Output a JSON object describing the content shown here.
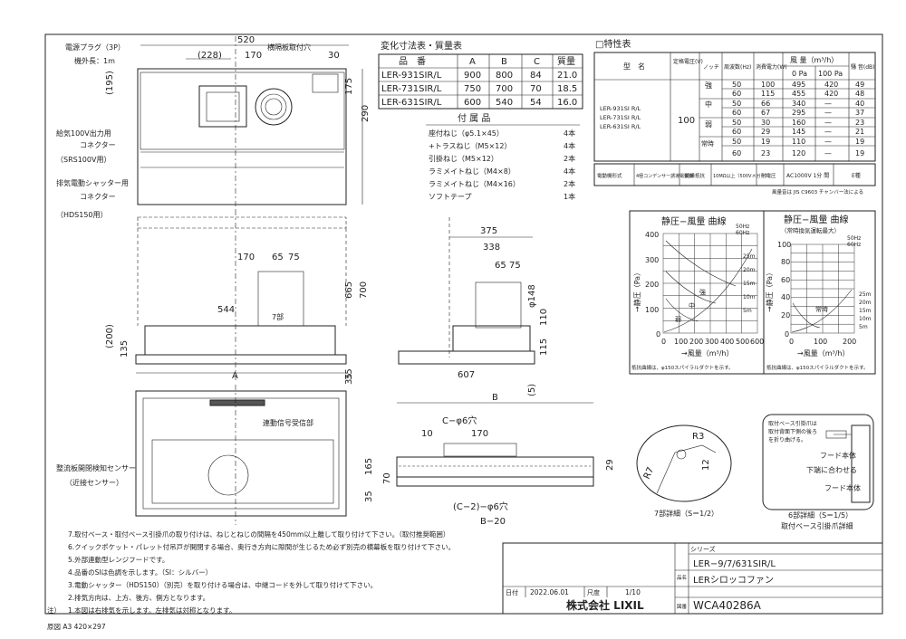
{
  "dims": {
    "w520": "520",
    "w228": "(228)",
    "w170": "170",
    "w30": "30",
    "h195": "(195)",
    "h175": "175",
    "h290": "290",
    "w170b": "170",
    "w65": "65",
    "w75": "75",
    "w544": "544",
    "h665": "665",
    "h700": "700",
    "h200": "(200)",
    "h135": "135",
    "h35": "35",
    "dimA": "A",
    "h35b": "35",
    "s375": "375",
    "s338": "338",
    "s65": "65",
    "s75": "75",
    "s148": "φ148",
    "s110": "110",
    "s115": "115",
    "s607": "607",
    "s5": "(5)",
    "b_B": "B",
    "b_C6": "C−φ6穴",
    "b_10": "10",
    "b_170": "170",
    "b_165": "165",
    "b_70": "70",
    "b_35": "35",
    "b_C2": "(C−2)−φ6穴",
    "b_B20": "B−20",
    "b_29": "29"
  },
  "labels": {
    "plug": "電源プラグ（3P）",
    "cord": "機外長：1m",
    "damper": "横隔板取付穴",
    "supply": "給気100V出力用",
    "connector1": "コネクター",
    "srs": "（SRS100V用）",
    "shutter": "排気電動シャッター用",
    "connector2": "コネクター",
    "hds": "（HDS150用）",
    "dept": "7部",
    "signal": "連動信号受信部",
    "sensor": "整流板開閉検知センサー",
    "proximity": "（近接センサー）"
  },
  "variant": {
    "title": "変化寸法表・質量表",
    "headers": [
      "品　番",
      "A",
      "B",
      "C",
      "質量"
    ],
    "rows": [
      [
        "LER-931SIR/L",
        "900",
        "800",
        "84",
        "21.0"
      ],
      [
        "LER-731SIR/L",
        "750",
        "700",
        "70",
        "18.5"
      ],
      [
        "LER-631SIR/L",
        "600",
        "540",
        "54",
        "16.0"
      ]
    ]
  },
  "accessories": {
    "title": "付 属 品",
    "items": [
      {
        "name": "座付ねじ（φ5.1×45）",
        "qty": "4本"
      },
      {
        "name": "+トラスねじ（M5×12）",
        "qty": "4本"
      },
      {
        "name": "引掛ねじ（M5×12）",
        "qty": "2本"
      },
      {
        "name": "ラミメイトねじ（M4×8）",
        "qty": "4本"
      },
      {
        "name": "ラミメイトねじ（M4×16）",
        "qty": "2本"
      },
      {
        "name": "ソフトテープ",
        "qty": "1本"
      }
    ]
  },
  "spec": {
    "title": "□特性表",
    "h_model": "型　名",
    "h_voltage": "定格電圧(V)",
    "h_notch": "ノッチ",
    "h_freq": "周波数(Hz)",
    "h_power": "消費電力(W)",
    "h_air": "風 量（m³/h）",
    "h_0pa": "0 Pa",
    "h_100pa": "100 Pa",
    "h_noise": "騒 音(dB)",
    "models": [
      "LER-931SI R/L",
      "LER-731SI R/L",
      "LER-631SI R/L"
    ],
    "voltage": "100",
    "rows": [
      {
        "notch": "強",
        "freq": "50",
        "power": "100",
        "a0": "495",
        "a100": "420",
        "noise": "49"
      },
      {
        "notch": "",
        "freq": "60",
        "power": "115",
        "a0": "455",
        "a100": "420",
        "noise": "48"
      },
      {
        "notch": "中",
        "freq": "50",
        "power": "66",
        "a0": "340",
        "a100": "—",
        "noise": "40"
      },
      {
        "notch": "",
        "freq": "60",
        "power": "67",
        "a0": "295",
        "a100": "—",
        "noise": "37"
      },
      {
        "notch": "弱",
        "freq": "50",
        "power": "30",
        "a0": "160",
        "a100": "—",
        "noise": "23"
      },
      {
        "notch": "",
        "freq": "60",
        "power": "29",
        "a0": "145",
        "a100": "—",
        "noise": "21"
      },
      {
        "notch": "常時",
        "freq": "50",
        "power": "19",
        "a0": "110",
        "a100": "—",
        "noise": "19"
      },
      {
        "notch": "",
        "freq": "60",
        "power": "23",
        "a0": "120",
        "a100": "—",
        "noise": "19"
      }
    ],
    "f1": "電動機形式",
    "f2": "4極コンデンサー誘導電動機",
    "f3": "絶縁抵抗",
    "f4": "10MΩ以上（500Vメガー）",
    "f5": "耐電圧",
    "f6": "AC1000V 1分 間",
    "f7": "E種",
    "footnote": "風量音は JIS C9603 チャンバー法による"
  },
  "chart1": {
    "title": "静圧−風量 曲線",
    "ylabel": "→静圧（Pa）",
    "xlabel": "→風量（m³/h）",
    "yticks": [
      "400",
      "300",
      "200",
      "100",
      "0"
    ],
    "xticks": [
      "0",
      "100",
      "200",
      "300",
      "400",
      "500",
      "600"
    ],
    "legend": [
      "50Hz",
      "60Hz"
    ],
    "ducts": [
      "25m",
      "20m",
      "15m",
      "10m",
      "5m"
    ],
    "n1": "強",
    "n2": "中",
    "n3": "弱",
    "note": "抵抗曲線は、φ150スパイラルダクトを示す。"
  },
  "chart2": {
    "title": "静圧−風量 曲線",
    "subtitle": "（常時換気運転最大）",
    "ylabel": "→静圧（Pa）",
    "xlabel": "→風量（m³/h）",
    "yticks": [
      "100",
      "80",
      "60",
      "40",
      "20",
      "0"
    ],
    "xticks": [
      "0",
      "100",
      "200"
    ],
    "legend": [
      "50Hz",
      "60Hz"
    ],
    "ducts": [
      "25m",
      "20m",
      "15m",
      "10m",
      "5m"
    ],
    "n1": "常時",
    "note": "抵抗曲線は、φ150スパイラルダクトを示す。"
  },
  "detail7": {
    "title": "7部詳細（S＝1/2）",
    "r3": "R3",
    "r7": "R7",
    "d12": "12"
  },
  "detail6": {
    "t1": "取付ベース引掛爪は",
    "t2": "取付背面下側の後ろ",
    "t3": "を折り曲げる。",
    "hood": "フード本体",
    "align": "下端に合わせる",
    "hood2": "フード本体",
    "title": "6部詳細（S＝1/5）",
    "sub": "取付ベース引掛爪詳細"
  },
  "notes": [
    "7.取付ベース・取付ベース引掛爪の取り付けは、ねじとねじの間隔を450mm以上離して取り付けて下さい。（取付推奨範囲）",
    "6.クイックポケット・パレット付吊戸が開閉する場合、奥行き方向に隙間が生じるため必ず別売の横幕板を取り付けて下さい。",
    "5.外部連動型レンジフードです。",
    "4.品番のSIは色調を示します。（SI：シルバー）",
    "3.電動シャッター（HDS150）（別売）を取り付ける場合は、中継コードを外して取り付けて下さい。",
    "2.排気方向は、上方、後方、側方となります。",
    "1.本図は右排気を示します。左排気は対称となります。"
  ],
  "notes_label": "注）",
  "title_block": {
    "series_label": "シリーズ",
    "series": "LER−9/7/631SIR/L",
    "name_label": "品名",
    "name": "LERシロッコファン",
    "date_label": "日付",
    "date": "2022.06.01",
    "scale_label": "尺度",
    "scale": "1/10",
    "company": "株式会社 LIXIL",
    "dwg_label": "図番",
    "dwg": "WCA40286A"
  },
  "paper": "原図  A3  420×297"
}
